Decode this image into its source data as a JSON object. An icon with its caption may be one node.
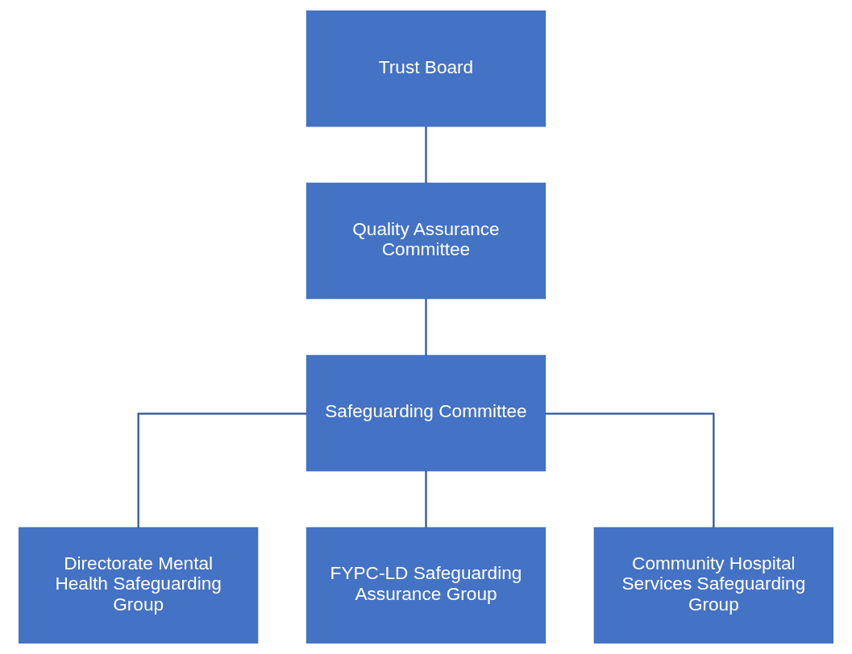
{
  "diagram": {
    "nodes": [
      {
        "text": [
          "Trust Board"
        ]
      },
      {
        "text": [
          "Quality Assurance Committee"
        ]
      },
      {
        "text": [
          "Safeguarding Committee"
        ]
      },
      {
        "text": [
          "Directorate Mental Health Safeguarding Group"
        ]
      },
      {
        "text": [
          "FYPC-LD Safeguarding Assurance Group"
        ]
      },
      {
        "text": [
          "Community Hospital Services Safeguarding Group"
        ]
      }
    ],
    "edges": [
      {
        "from": 0,
        "to": 1,
        "arrow": "none"
      },
      {
        "from": 1,
        "to": 2,
        "arrow": "none"
      },
      {
        "from": 2,
        "to": 3,
        "arrow": "none"
      },
      {
        "from": 2,
        "to": 4,
        "arrow": "none"
      },
      {
        "from": 2,
        "to": 5,
        "arrow": "none"
      }
    ]
  }
}
